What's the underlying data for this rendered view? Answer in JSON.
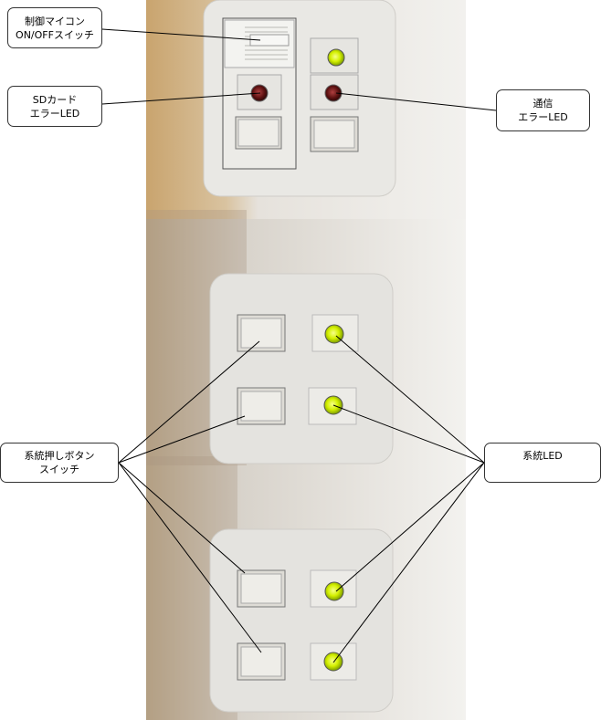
{
  "callouts": {
    "mcu_switch": {
      "line1": "制御マイコン",
      "line2": "ON/OFFスイッチ"
    },
    "sd_error_led": {
      "line1": "SDカード",
      "line2": "エラーLED"
    },
    "comm_error_led": {
      "line1": "通信",
      "line2": "エラーLED"
    },
    "system_push_switch": {
      "line1": "系統押しボタン",
      "line2": "スイッチ"
    },
    "system_led": {
      "line1": "系統LED"
    }
  },
  "colors": {
    "wall": "#e8e6e2",
    "plate": "#f0efeb",
    "led_green": "#d4f000",
    "led_off_red": "#5a1010"
  }
}
